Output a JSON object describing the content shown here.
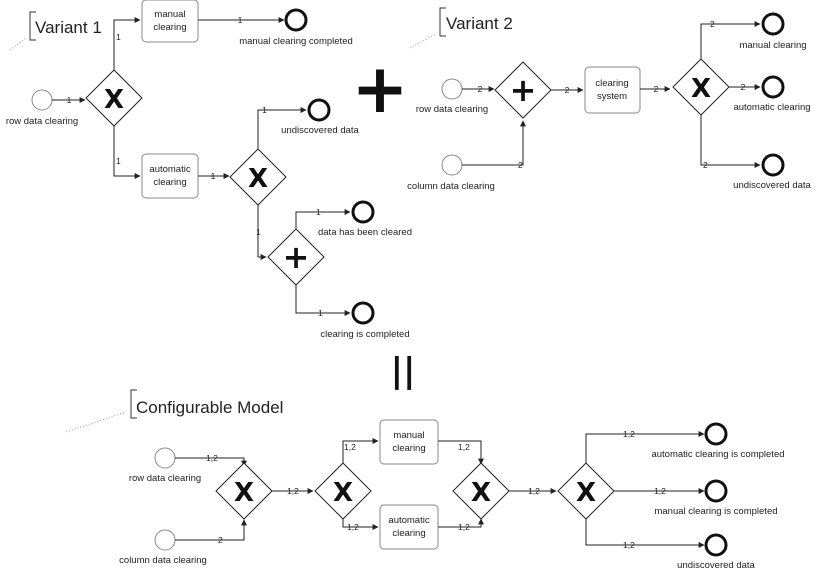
{
  "variant1": {
    "title": "Variant 1",
    "tasks": {
      "manual": [
        "manual",
        "clearing"
      ],
      "automatic": [
        "automatic",
        "clearing"
      ]
    },
    "events": {
      "start": "row data clearing",
      "manual_done": "manual clearing completed",
      "undiscovered": "undiscovered data",
      "cleared": "data has been cleared",
      "completed": "clearing is completed"
    },
    "flow_label": "1",
    "gateway_xor": "X",
    "gateway_and": "+"
  },
  "variant2": {
    "title": "Variant 2",
    "tasks": {
      "system": [
        "clearing",
        "system"
      ]
    },
    "events": {
      "row": "row data clearing",
      "column": "column data clearing",
      "manual": "manual clearing",
      "automatic": "automatic clearing",
      "undiscovered": "undiscovered data"
    },
    "flow_label": "2",
    "gateway_xor": "X",
    "gateway_and": "+"
  },
  "operators": {
    "plus": "+",
    "equals": "||"
  },
  "configurable": {
    "title": "Configurable  Model",
    "tasks": {
      "manual": [
        "manual",
        "clearing"
      ],
      "automatic": [
        "automatic",
        "clearing"
      ]
    },
    "events": {
      "row": "row data clearing",
      "column": "column data clearing",
      "automatic_done": "automatic clearing is completed",
      "manual_done": "manual  clearing is completed",
      "undiscovered": "undiscovered data"
    },
    "label_shared": "1,2",
    "label_column": "2",
    "gateway_xor": "X"
  }
}
